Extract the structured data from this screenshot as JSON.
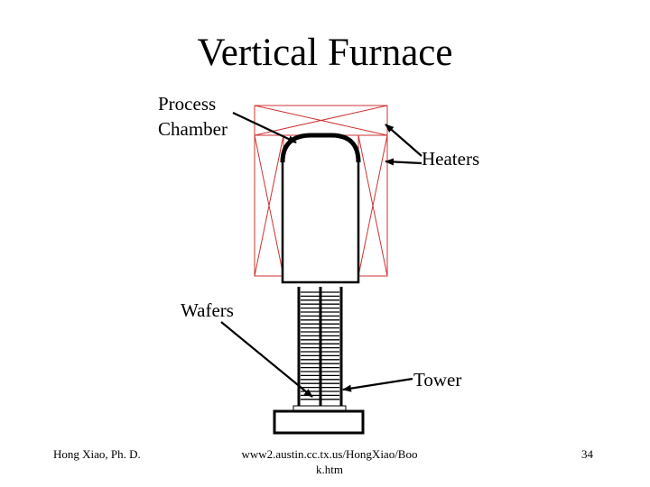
{
  "slide": {
    "title": "Vertical Furnace"
  },
  "labels": {
    "process_chamber": "Process\nChamber",
    "heaters": "Heaters",
    "wafers": "Wafers",
    "tower": "Tower"
  },
  "footer": {
    "author": "Hong Xiao, Ph. D.",
    "url": "www2.austin.cc.tx.us/HongXiao/Boo\nk.htm",
    "page_number": "34"
  },
  "colors": {
    "heater_red": "#cc3333",
    "outline": "#000000",
    "tower_base_fill": "#f2f2f2"
  }
}
